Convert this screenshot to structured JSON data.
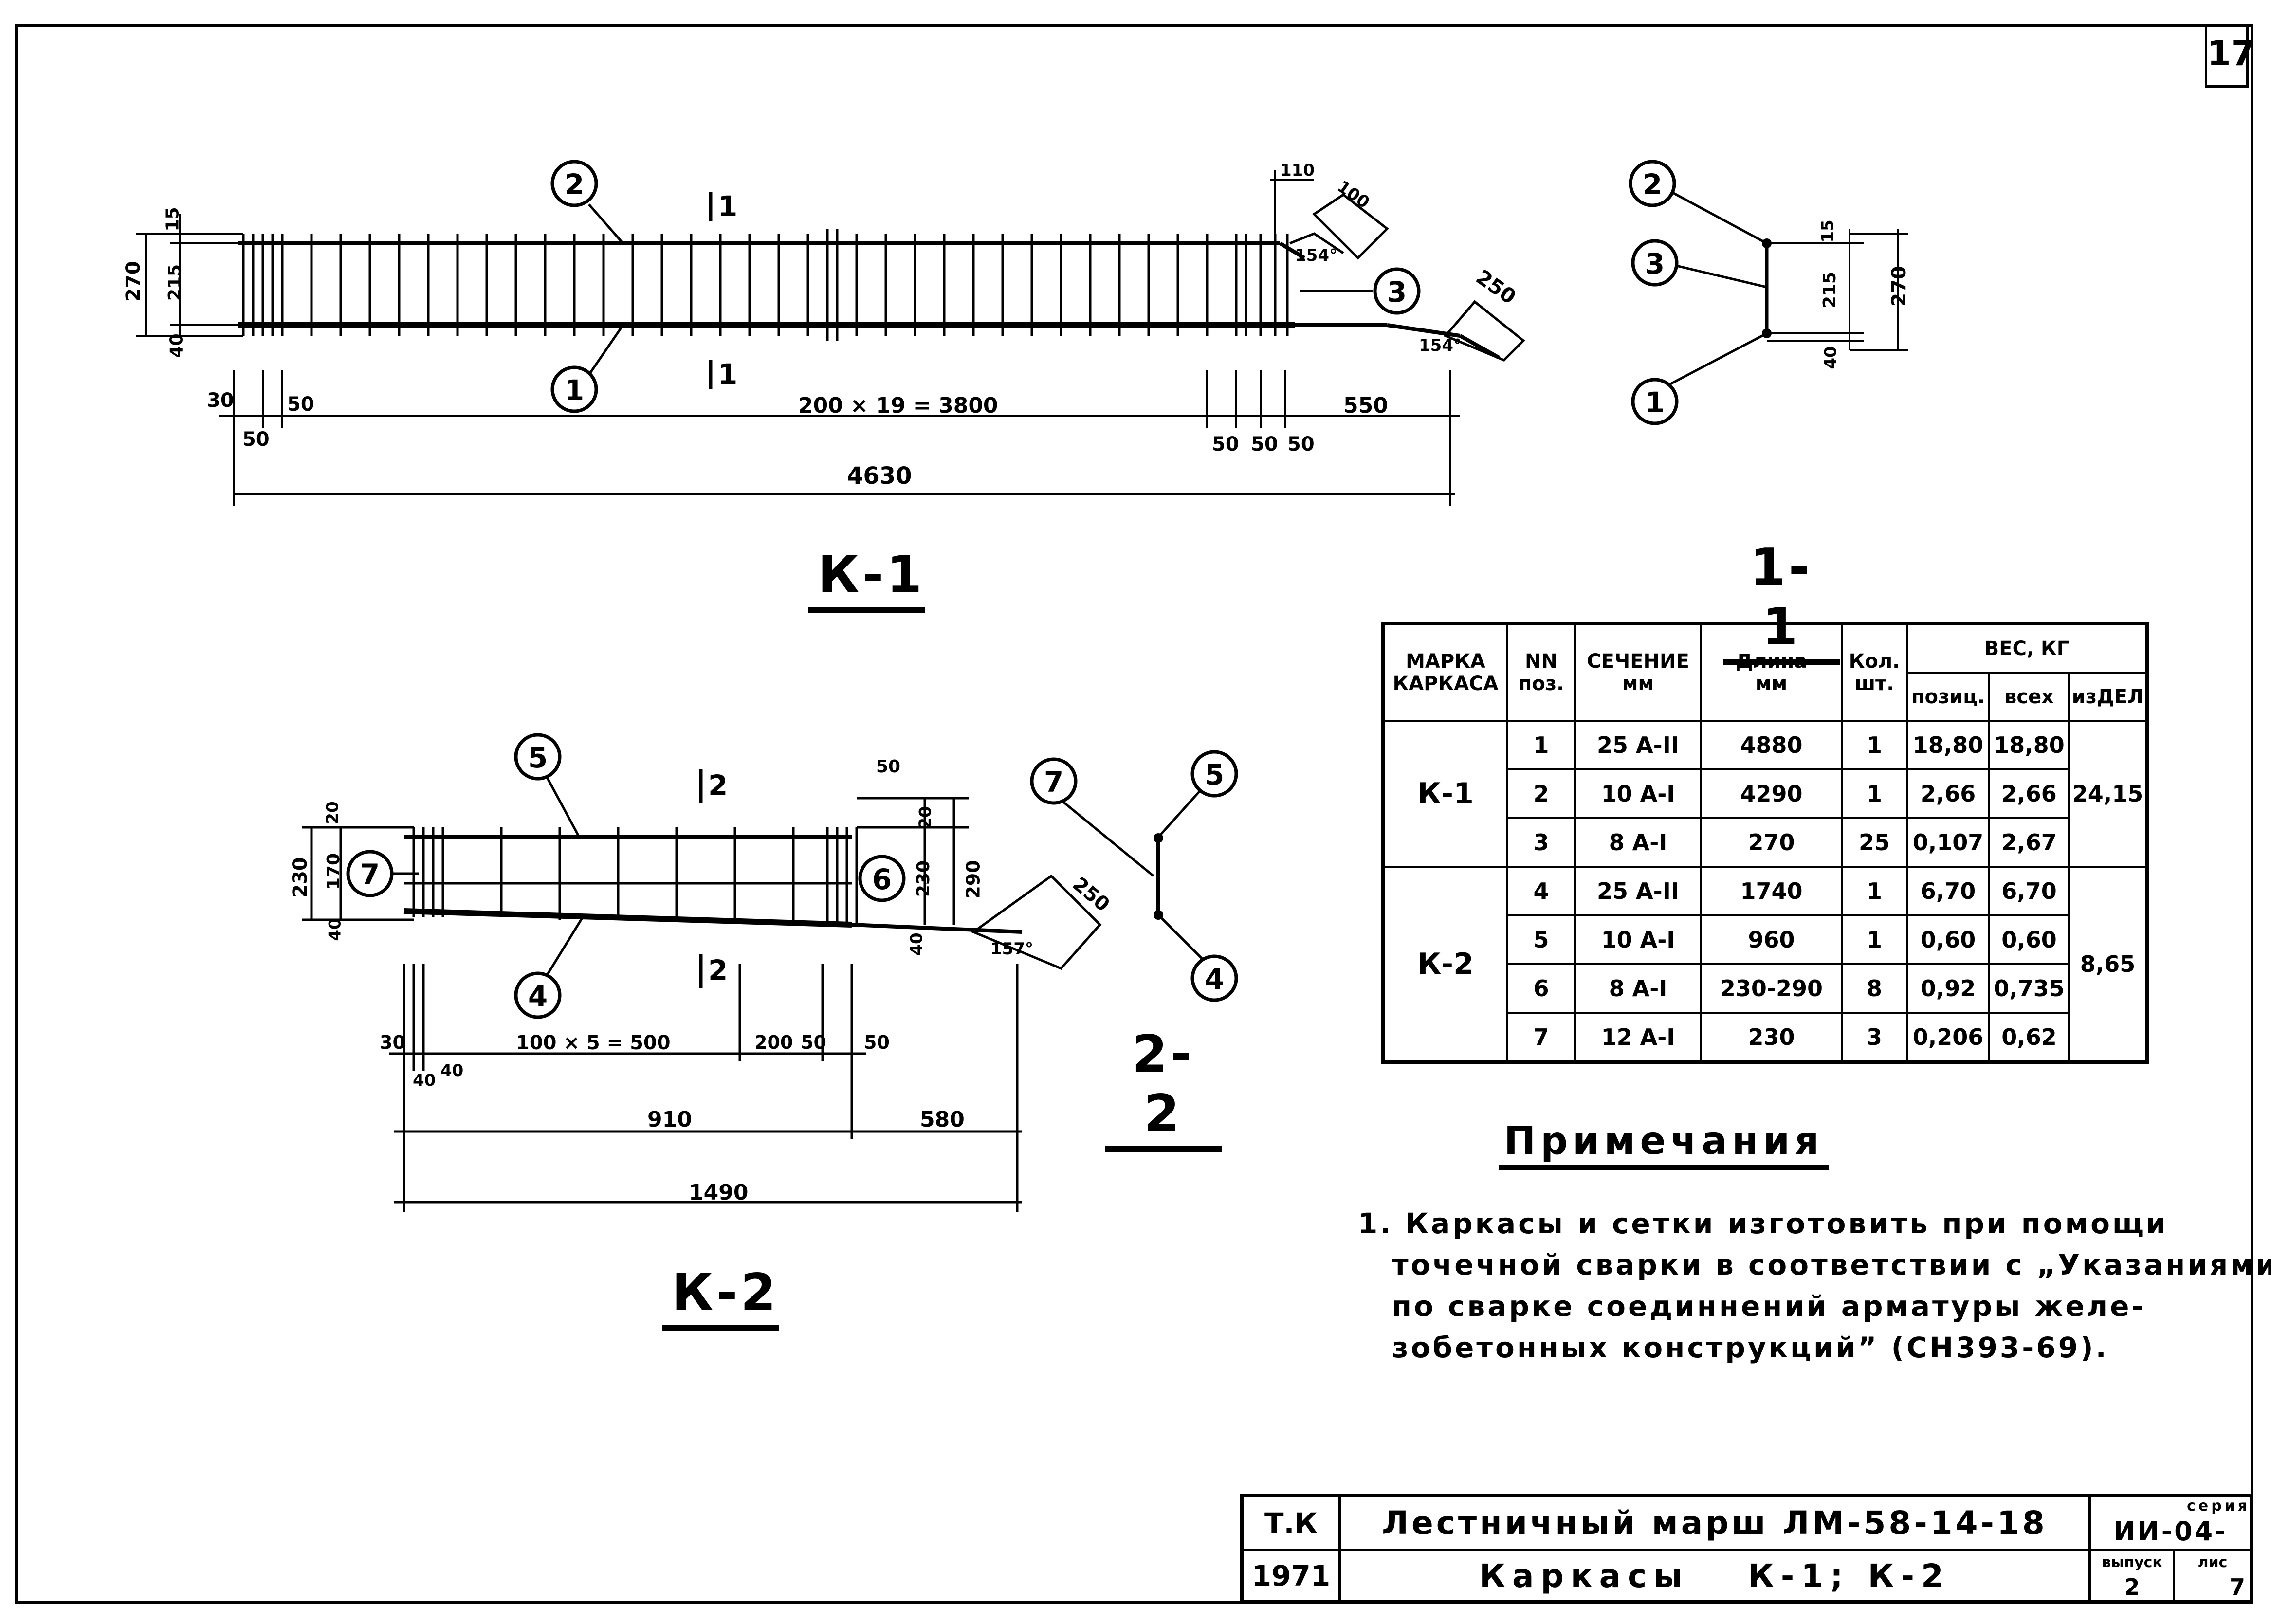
{
  "sheet": {
    "corner_sheet_number": "17"
  },
  "k1": {
    "label": "К-1",
    "section_mark_top": "1",
    "section_mark_bottom": "1",
    "pos_markers": [
      "2",
      "1",
      "3"
    ],
    "dims": {
      "d15": "15",
      "d270": "270",
      "d215": "215",
      "d40": "40",
      "d30": "30",
      "d50a": "50",
      "d50b": "50",
      "spacing": "200 × 19 = 3800",
      "d550": "550",
      "d50c": "50",
      "d50d": "50",
      "d50e": "50",
      "total": "4630",
      "d110": "110",
      "d100": "100",
      "ang1": "154°",
      "d250": "250",
      "ang2": "154°"
    }
  },
  "sec11": {
    "label": "1-1",
    "pos_markers": [
      "2",
      "3",
      "1"
    ],
    "dims": {
      "d15": "15",
      "d215": "215",
      "d40": "40",
      "d270": "270"
    }
  },
  "k2": {
    "label": "К-2",
    "section_mark_top": "2",
    "section_mark_bottom": "2",
    "pos_markers": [
      "5",
      "7",
      "6",
      "4"
    ],
    "dims": {
      "d20a": "20",
      "d230": "230",
      "d170": "170",
      "d40a": "40",
      "d50a": "50",
      "d20b": "20",
      "d230b": "230",
      "d290": "290",
      "d40b": "40",
      "d250": "250",
      "ang": "157°",
      "d30": "30",
      "d40c": "40",
      "d40d": "40",
      "spacing": "100 × 5 = 500",
      "d200": "200",
      "d50b": "50",
      "d50c": "50",
      "d910": "910",
      "d580": "580",
      "total": "1490"
    }
  },
  "sec22": {
    "label": "2-2",
    "pos_markers": [
      "7",
      "5",
      "4"
    ]
  },
  "table": {
    "headers": {
      "mark": [
        "МАРКА",
        "КАРКАСА"
      ],
      "pos": [
        "NN",
        "поз."
      ],
      "section": [
        "СЕЧЕНИЕ",
        "мм"
      ],
      "length": [
        "Длина",
        "мм"
      ],
      "qty": [
        "Кол.",
        "шт."
      ],
      "weight": "ВЕС, КГ",
      "w_pos": "позиц.",
      "w_all": "всех",
      "w_item": "изДЕЛ"
    },
    "groups": [
      {
        "mark": "К-1",
        "item_weight": "24,15",
        "rows": [
          {
            "pos": "1",
            "section": "25 А-II",
            "length": "4880",
            "qty": "1",
            "w_pos": "18,80",
            "w_all": "18,80"
          },
          {
            "pos": "2",
            "section": "10 А-I",
            "length": "4290",
            "qty": "1",
            "w_pos": "2,66",
            "w_all": "2,66"
          },
          {
            "pos": "3",
            "section": "8 А-I",
            "length": "270",
            "qty": "25",
            "w_pos": "0,107",
            "w_all": "2,67"
          }
        ]
      },
      {
        "mark": "К-2",
        "item_weight": "8,65",
        "rows": [
          {
            "pos": "4",
            "section": "25 А-II",
            "length": "1740",
            "qty": "1",
            "w_pos": "6,70",
            "w_all": "6,70"
          },
          {
            "pos": "5",
            "section": "10 А-I",
            "length": "960",
            "qty": "1",
            "w_pos": "0,60",
            "w_all": "0,60"
          },
          {
            "pos": "6",
            "section": "8 А-I",
            "length": "230-290",
            "qty": "8",
            "w_pos": "0,92",
            "w_all": "0,735"
          },
          {
            "pos": "7",
            "section": "12 А-I",
            "length": "230",
            "qty": "3",
            "w_pos": "0,206",
            "w_all": "0,62"
          }
        ]
      }
    ]
  },
  "notes": {
    "title": "Примечания",
    "lines": [
      "1. Каркасы и сетки изготовить при помощи",
      "точечной сварки в соответствии с „Указаниями",
      "по сварке соединнений арматуры желе-",
      "зобетонных конструкций” (СН393-69)."
    ]
  },
  "title_block": {
    "org": "Т.К",
    "year": "1971",
    "title": "Лестничный марш ЛМ-58-14-18",
    "subtitle_word": "Каркасы",
    "subtitle_marks": "К-1; К-2",
    "series_label": "серия",
    "series_value": "ИИ-04-",
    "issue_label": "выпуск",
    "issue_value": "2",
    "sheet_label": "лис",
    "sheet_value": "7"
  }
}
